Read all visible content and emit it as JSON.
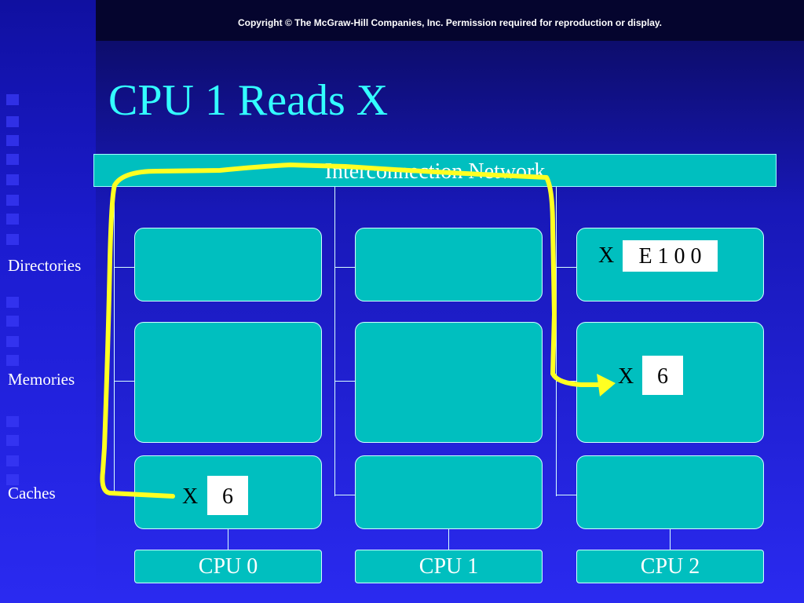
{
  "copyright": "Copyright © The McGraw-Hill Companies, Inc. Permission required for reproduction or display.",
  "title": "CPU 1 Reads X",
  "network_label": "Interconnection Network",
  "row_labels": {
    "directories": "Directories",
    "memories": "Memories",
    "caches": "Caches"
  },
  "cpus": [
    "CPU 0",
    "CPU 1",
    "CPU 2"
  ],
  "cpu2_directory": {
    "var": "X",
    "value": "E 1 0 0"
  },
  "cpu2_memory": {
    "var": "X",
    "value": "6"
  },
  "cpu0_cache": {
    "var": "X",
    "value": "6"
  },
  "colors": {
    "box": "#00bfbf",
    "title": "#33ffff",
    "arrow": "#ffff22"
  }
}
